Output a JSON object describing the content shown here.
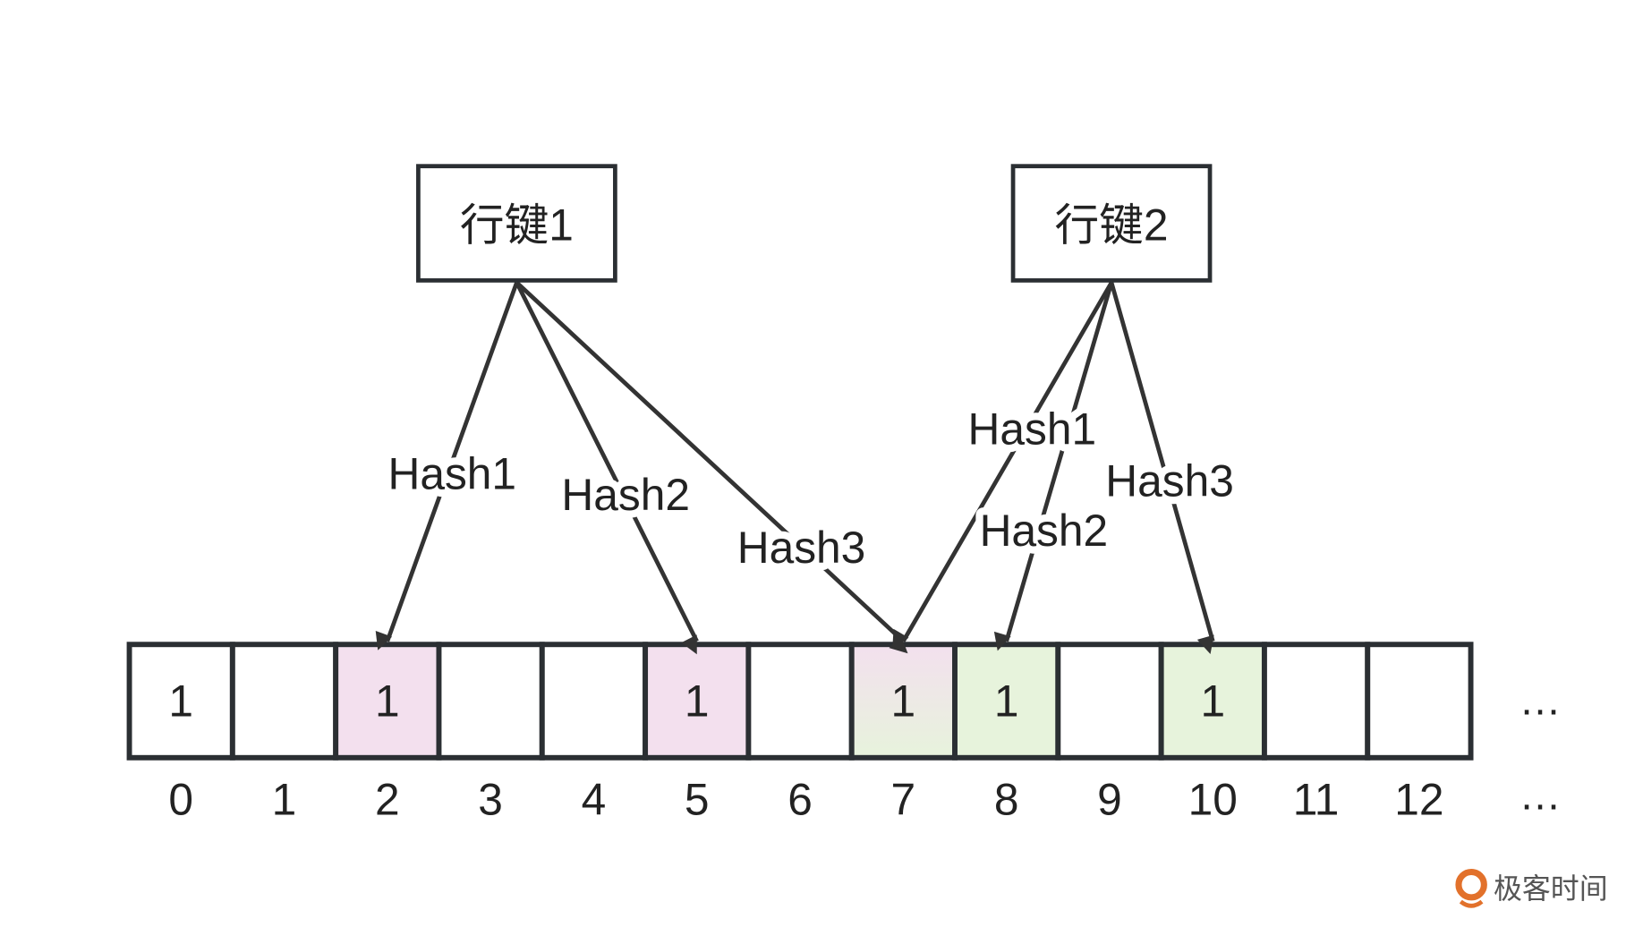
{
  "keys": [
    {
      "label": "行键1",
      "hashes": [
        {
          "label": "Hash1",
          "target": 2
        },
        {
          "label": "Hash2",
          "target": 5
        },
        {
          "label": "Hash3",
          "target": 7
        }
      ]
    },
    {
      "label": "行键2",
      "hashes": [
        {
          "label": "Hash1",
          "target": 7
        },
        {
          "label": "Hash2",
          "target": 8
        },
        {
          "label": "Hash3",
          "target": 10
        }
      ]
    }
  ],
  "cells": [
    {
      "index": "0",
      "value": "1",
      "fill": "none"
    },
    {
      "index": "1",
      "value": "",
      "fill": "none"
    },
    {
      "index": "2",
      "value": "1",
      "fill": "pink"
    },
    {
      "index": "3",
      "value": "",
      "fill": "none"
    },
    {
      "index": "4",
      "value": "",
      "fill": "none"
    },
    {
      "index": "5",
      "value": "1",
      "fill": "pink"
    },
    {
      "index": "6",
      "value": "",
      "fill": "none"
    },
    {
      "index": "7",
      "value": "1",
      "fill": "mixed"
    },
    {
      "index": "8",
      "value": "1",
      "fill": "green"
    },
    {
      "index": "9",
      "value": "",
      "fill": "none"
    },
    {
      "index": "10",
      "value": "1",
      "fill": "green"
    },
    {
      "index": "11",
      "value": "",
      "fill": "none"
    },
    {
      "index": "12",
      "value": "",
      "fill": "none"
    }
  ],
  "ellipsis": "…",
  "colors": {
    "pink": "#f3e0ee",
    "green": "#e7f3dc",
    "stroke": "#2b2f33",
    "logo": "#e2712b"
  },
  "logo": {
    "text": "极客时间"
  }
}
